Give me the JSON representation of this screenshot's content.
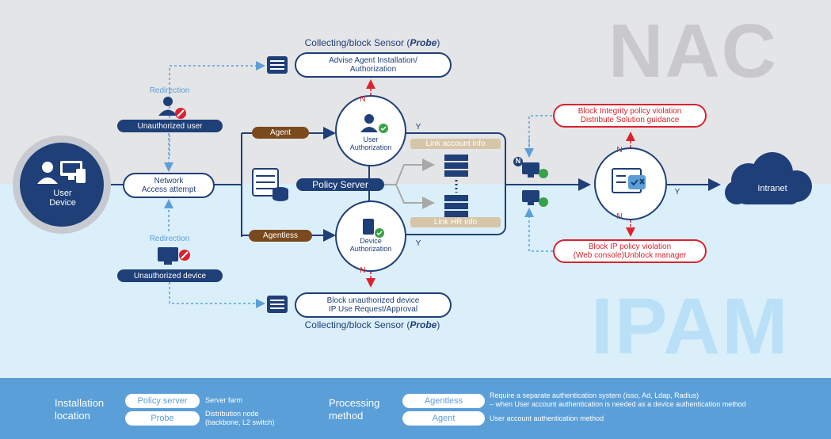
{
  "big_words": {
    "nac": "NAC",
    "ipam": "IPAM"
  },
  "sensor_top": {
    "title": "Collecting/block Sensor (",
    "title_em": "Probe",
    "title_end": ")",
    "box_line1": "Advise Agent Installation/",
    "box_line2": "Authorization"
  },
  "sensor_bottom": {
    "title": "Collecting/block Sensor (",
    "title_em": "Probe",
    "title_end": ")",
    "box_line1": "Block unauthorized device",
    "box_line2": "IP Use Request/Approval"
  },
  "redirection_top": "Redirection",
  "redirection_bottom": "Redirection",
  "unauthorized_user": "Unauthorized user",
  "unauthorized_device": "Unauthorized device",
  "user_device": {
    "line1": "User",
    "line2": "Device"
  },
  "network_access": {
    "line1": "Network",
    "line2": "Access attempt"
  },
  "agent_tag": "Agent",
  "agentless_tag": "Agentless",
  "user_auth": {
    "line1": "User",
    "line2": "Authorization"
  },
  "device_auth": {
    "line1": "Device",
    "line2": "Authorization"
  },
  "policy_server": "Policy Server",
  "link_account": "Link account info",
  "link_hr": "Link HR info",
  "flow_labels": {
    "n": "N",
    "y": "Y"
  },
  "block_integrity": {
    "line1": "Block Integrity policy violation",
    "line2": "Distribute Solution guidance"
  },
  "block_ip": {
    "line1": "Block IP policy violation",
    "line2": "(Web console)Unblock manager"
  },
  "intranet": "Intranet",
  "footer": {
    "install_head_1": "Installation",
    "install_head_2": "location",
    "policy_server_pill": "Policy server",
    "policy_server_desc": "Server farm",
    "probe_pill": "Probe",
    "probe_desc_1": "Distribution node",
    "probe_desc_2": "(backbone, L2 switch)",
    "proc_head_1": "Processing",
    "proc_head_2": "method",
    "agentless_pill": "Agentless",
    "agentless_desc_1": "Require a separate authentication system (isso, Ad, Ldap, Radius)",
    "agentless_desc_2": "– when User account authentication is needed as a device authentication method",
    "agent_pill": "Agent",
    "agent_desc": "User account authentication method"
  },
  "colors": {
    "navy": "#1f3f78",
    "red": "#d9232f",
    "brown": "#7a4a1e",
    "light_blue": "#5b9fd8",
    "green": "#3aa14a"
  }
}
